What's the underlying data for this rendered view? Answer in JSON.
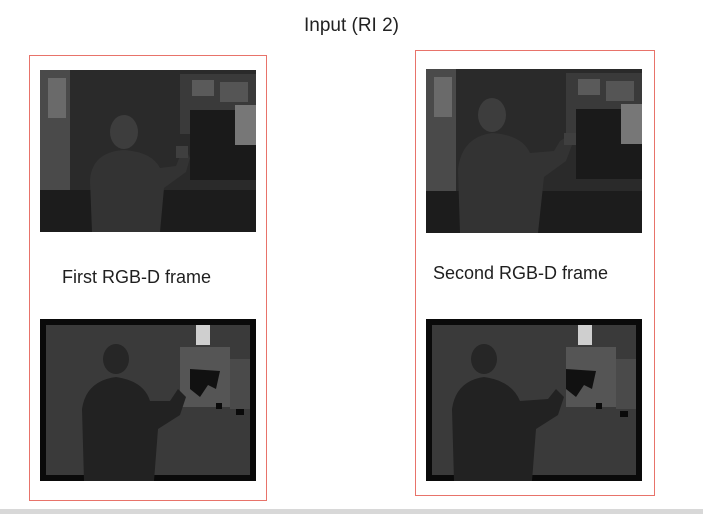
{
  "title": "Input (RI 2)",
  "panels": [
    {
      "label": "First RGB-D frame"
    },
    {
      "label": "Second RGB-D frame"
    }
  ],
  "colors": {
    "panel_border": "#e8736a",
    "background": "#ffffff"
  }
}
